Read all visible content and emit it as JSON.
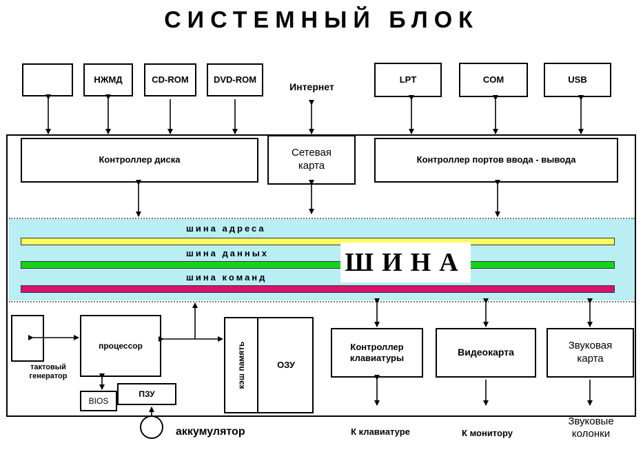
{
  "title": "СИСТЕМНЫЙ БЛОК",
  "top_devices": {
    "empty_device": "",
    "hdd": "НЖМД",
    "cdrom": "CD-ROM",
    "dvdrom": "DVD-ROM",
    "internet": "Интернет",
    "lpt": "LPT",
    "com": "COM",
    "usb": "USB"
  },
  "controllers": {
    "disk": "Контроллер диска",
    "network_card": "Сетевая карта",
    "io_ports": "Контроллер портов ввода - вывода"
  },
  "bus": {
    "main_label": "ШИНА",
    "address": "шина адреса",
    "data": "шина данных",
    "commands": "шина команд",
    "colors": {
      "band": "#b9eef4",
      "address": "#fdfb62",
      "data": "#19d319",
      "commands": "#d9126b"
    }
  },
  "bottom": {
    "clock_generator": "тактовый генератор",
    "processor": "процессор",
    "bios": "BIOS",
    "rom": "ПЗУ",
    "cache": "кэш память",
    "ram": "ОЗУ",
    "keyboard_controller": "Контроллер клавиатуры",
    "video_card": "Видеокарта",
    "sound_card": "Звуковая карта"
  },
  "outputs": {
    "battery": "аккумулятор",
    "to_keyboard": "К клавиатуре",
    "to_monitor": "К монитору",
    "speakers": "Звуковые колонки"
  }
}
